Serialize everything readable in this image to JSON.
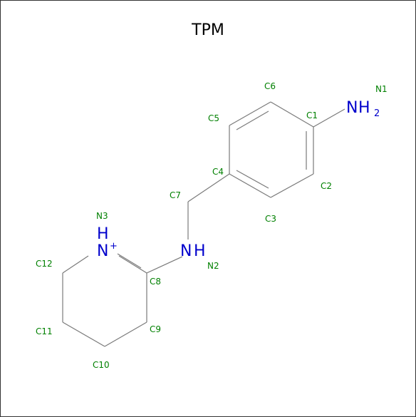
{
  "title": "TPM",
  "colors": {
    "atom_label": "#008000",
    "heteroatom": "#0000cc",
    "bond": "#7a7a7a",
    "border": "#333333"
  },
  "atom_labels": {
    "n1": "N1",
    "c1": "C1",
    "c2": "C2",
    "c3": "C3",
    "c4": "C4",
    "c5": "C5",
    "c6": "C6",
    "c7": "C7",
    "n2": "N2",
    "n3": "N3",
    "c8": "C8",
    "c9": "C9",
    "c10": "C10",
    "c11": "C11",
    "c12": "C12"
  },
  "groups": {
    "amine_n": "N",
    "amine_h": "H",
    "amine_sub": "2",
    "imine_n": "N",
    "imine_h": "H",
    "ring_n": "N",
    "ring_h": "H",
    "ring_charge": "+"
  }
}
